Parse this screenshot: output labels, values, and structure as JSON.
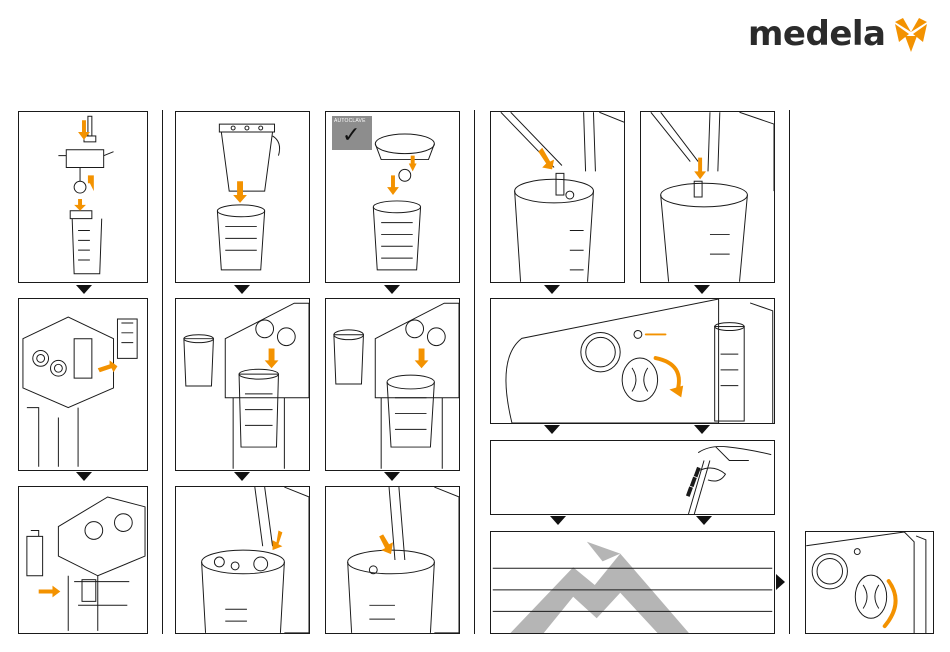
{
  "brand": {
    "name": "medela",
    "accent_color": "#F39200",
    "logo_icon": "medela-flower-logo-icon"
  },
  "badges": {
    "autoclave_label": "AUTOCLAVE",
    "autoclave_icon": "checkmark-icon"
  },
  "colors": {
    "arrow": "#F39200",
    "line": "#1a1a1a",
    "watermark": "#b5b5b5"
  },
  "steps": [
    {
      "id": "col1-row1",
      "content": "connect-container-parts",
      "icons": [
        "arrow-down-icon",
        "arrow-up-icon"
      ]
    },
    {
      "id": "col1-row2",
      "content": "mount-container-on-unit",
      "icons": [
        "arrow-left-icon"
      ]
    },
    {
      "id": "col1-row3",
      "content": "attach-holder-bracket",
      "icons": [
        "arrow-right-icon"
      ]
    },
    {
      "id": "col2-row1",
      "content": "insert-liner-bag",
      "icons": [
        "arrow-down-icon"
      ]
    },
    {
      "id": "col2-row2",
      "content": "place-liner-container-on-trolley",
      "icons": [
        "arrow-down-icon"
      ]
    },
    {
      "id": "col2-row3",
      "content": "connect-tube-to-lid",
      "icons": [
        "arrow-down-icon"
      ]
    },
    {
      "id": "col3-row1",
      "content": "assemble-autoclavable-lid",
      "icons": [
        "arrow-down-icon",
        "arrow-up-icon"
      ]
    },
    {
      "id": "col3-row2",
      "content": "place-reusable-jar",
      "icons": [
        "arrow-down-icon"
      ]
    },
    {
      "id": "col3-row3",
      "content": "connect-tube-reusable",
      "icons": [
        "arrow-down-icon"
      ]
    },
    {
      "id": "col4-row1a",
      "content": "connect-vacuum-tube",
      "icons": [
        "arrow-down-icon"
      ]
    },
    {
      "id": "col4-row1b",
      "content": "connect-patient-tube",
      "icons": [
        "arrow-down-icon"
      ]
    },
    {
      "id": "col4-row2",
      "content": "turn-on-regulator",
      "icons": [
        "rotate-cw-icon"
      ]
    },
    {
      "id": "col4-row3",
      "content": "hand-with-suction-tube",
      "icons": []
    },
    {
      "id": "col4-row4",
      "content": "mountain-symbol-chart",
      "icons": []
    },
    {
      "id": "end",
      "content": "turn-off-regulator",
      "icons": [
        "rotate-ccw-icon"
      ]
    }
  ]
}
